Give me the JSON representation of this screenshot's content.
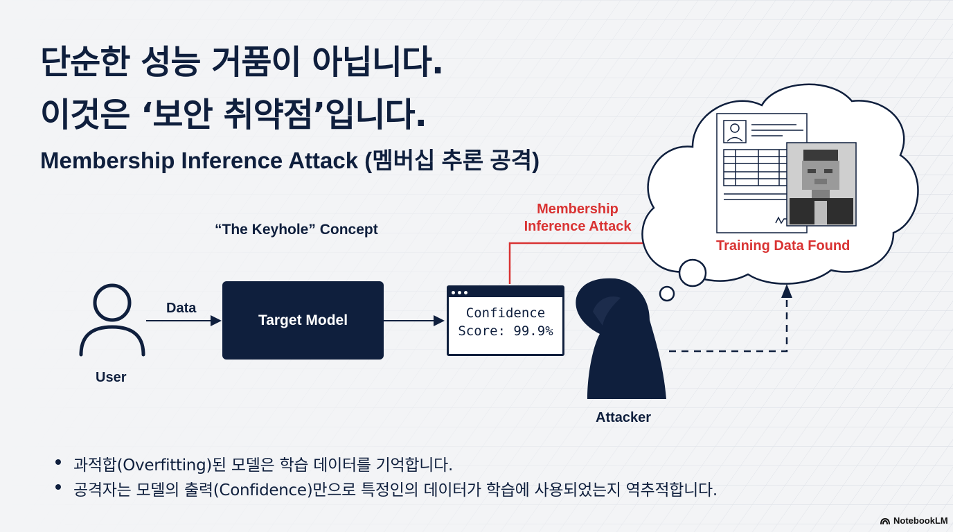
{
  "title": {
    "line1": "단순한 성능 거품이 아닙니다.",
    "line2": "이것은 ‘보안 취약점’입니다."
  },
  "subtitle": "Membership Inference Attack (멤버십 추론 공격)",
  "diagram": {
    "concept_label": "“The Keyhole” Concept",
    "data_label": "Data",
    "user_label": "User",
    "target_model_label": "Target Model",
    "score_window_text": "Confidence\nScore: 99.9%",
    "attack_label": "Membership\nInference Attack",
    "training_found_label": "Training Data Found",
    "attacker_label": "Attacker"
  },
  "bullets": [
    "과적합(Overfitting)된 모델은 학습 데이터를 기억합니다.",
    "공격자는 모델의 출력(Confidence)만으로 특정인의 데이터가 학습에 사용되었는지 역추적합니다."
  ],
  "brand": {
    "name": "NotebookLM",
    "icon": "notebooklm-logo-icon"
  },
  "colors": {
    "navy": "#0f1f3d",
    "red": "#d93333",
    "background": "#f3f4f6"
  }
}
